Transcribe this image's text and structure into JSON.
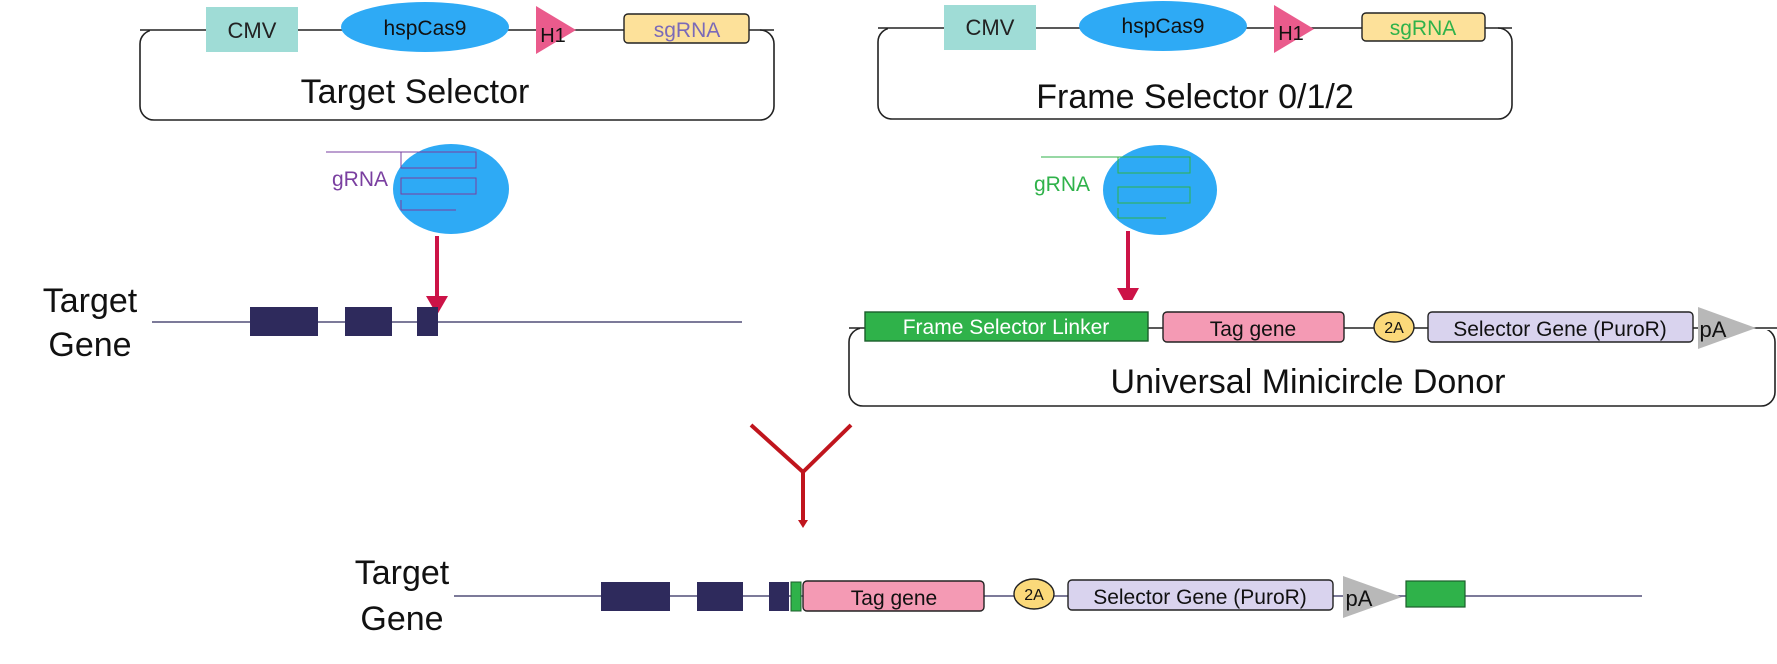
{
  "colors": {
    "cmv": "#9fdcd6",
    "cas9": "#2eaaf5",
    "h1": "#ea5b8c",
    "sgrna_fill": "#fde19a",
    "grna_purple": "#7a3fa0",
    "grna_green": "#2fb24a",
    "exon": "#2e2a5c",
    "arrow": "#cc1347",
    "linker": "#2fb24a",
    "tag": "#f49ab4",
    "twoA": "#fbd97a",
    "selector": "#d9d3ee",
    "pa": "#b8b8b8",
    "merge": "#c0151d",
    "line": "#2e2a5c"
  },
  "left_plasmid": {
    "cmv": "CMV",
    "cas9": "hspCas9",
    "h1": "H1",
    "sgrna": "sgRNA",
    "title": "Target Selector"
  },
  "right_plasmid": {
    "cmv": "CMV",
    "cas9": "hspCas9",
    "h1": "H1",
    "sgrna": "sgRNA",
    "title": "Frame Selector 0/1/2"
  },
  "left_grna": "gRNA",
  "right_grna": "gRNA",
  "target_gene_label": [
    "Target",
    "Gene"
  ],
  "donor": {
    "linker": "Frame Selector Linker",
    "tag": "Tag gene",
    "twoA": "2A",
    "selector": "Selector Gene (PuroR)",
    "pa": "pA",
    "title": "Universal Minicircle Donor"
  },
  "result": {
    "label": [
      "Target",
      "Gene"
    ],
    "tag": "Tag gene",
    "twoA": "2A",
    "selector": "Selector Gene (PuroR)",
    "pa": "pA"
  }
}
